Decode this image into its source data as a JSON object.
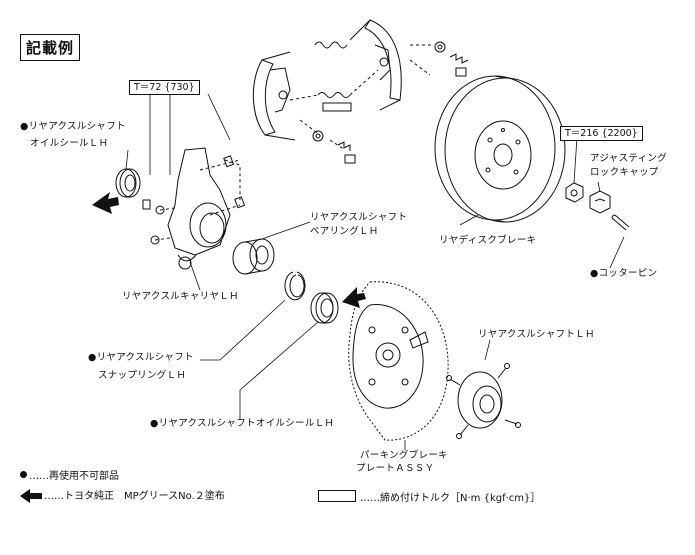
{
  "title": "記載例",
  "torque_boxes": {
    "knuckle": "T＝72 {730}",
    "nut": "T＝216 {2200}"
  },
  "labels": {
    "oil_seal_top_1": "●リヤアクスルシャフト",
    "oil_seal_top_2": "オイルシールＬＨ",
    "bearing_1": "リヤアクスルシャフト",
    "bearing_2": "ベアリングＬＨ",
    "carrier": "リヤアクスルキャリヤＬＨ",
    "disc_brake": "リヤディスクブレーキ",
    "adjusting_cap_1": "アジャスティング",
    "adjusting_cap_2": "ロックキャップ",
    "cotter_pin": "●コッターピン",
    "snap_ring_1": "●リヤアクスルシャフト",
    "snap_ring_2": "スナップリングＬＨ",
    "oil_seal_bottom": "●リヤアクスルシャフトオイルシールＬＨ",
    "axle_shaft": "リヤアクスルシャフトＬＨ",
    "parking_plate_1": "パーキングブレーキ",
    "parking_plate_2": "プレートＡＳＳＹ"
  },
  "legend": {
    "non_reusable": "……再使用不可部品",
    "grease": "……トヨタ純正　MPグリースNo.２塗布",
    "torque": "……締め付けトルク［N·m {kgf·cm}］"
  }
}
